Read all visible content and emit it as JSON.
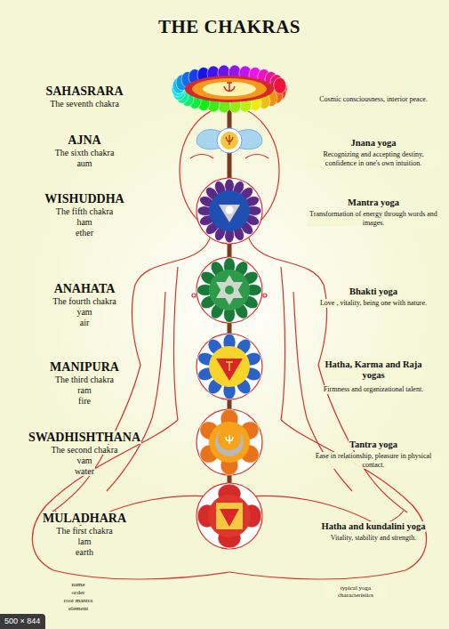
{
  "diagram": {
    "title": "THE CHAKRAS",
    "labels": [
      "SAHASRARA",
      "The seventh chakra",
      "Cosmic consciousness, interior peace.",
      "AJNA",
      "The sixth chakra",
      "aum",
      "Jnana yoga",
      "Recognizing and accepting destiny, confidence in one's own intuition.",
      "WISHUDDHA",
      "The fifth chakra",
      "ham",
      "ether",
      "Mantra yoga",
      "Transformation of energy through words and images.",
      "ANAHATA",
      "The fourth chakra",
      "yam",
      "air",
      "Bhakti yoga",
      "Love , vitality, being one with nature.",
      "MANIPURA",
      "The third chakra",
      "ram",
      "fire",
      "Hatha, Karma and Raja yogas",
      "Firmness and organizational talent.",
      "SWADHISHTHANA",
      "The second chakra",
      "vam",
      "water",
      "Tantra yoga",
      "Ease in relationship, pleasure in physical contact.",
      "MULADHARA",
      "The first chakra",
      "lam",
      "earth",
      "Hatha and kundalini yoga",
      "Vitality, stability and strength.",
      "name",
      "order",
      "root mantra",
      "element",
      "typical yoga characteristics",
      "500 × 844"
    ]
  }
}
